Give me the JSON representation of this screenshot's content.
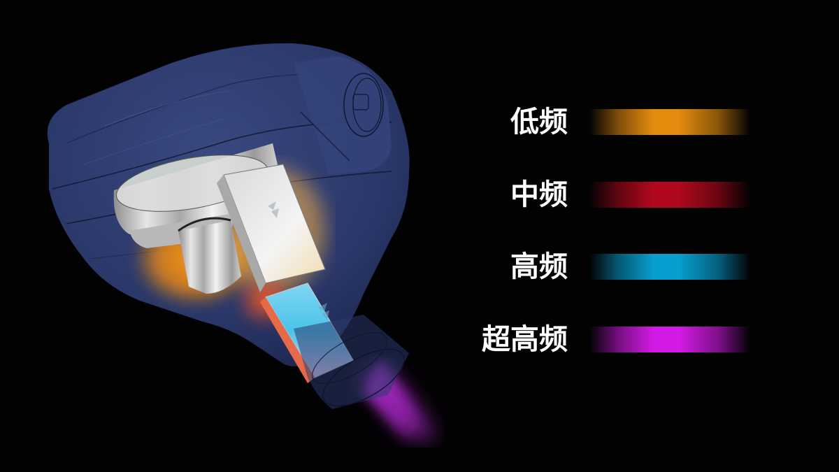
{
  "diagram": {
    "subject": "In-ear earphone cutaway showing hybrid driver configuration",
    "shell_color": "#2c3a6e",
    "components": [
      {
        "name": "dynamic-driver",
        "glow": "low-frequency",
        "color": "#f0900e"
      },
      {
        "name": "balanced-armature-driver-1",
        "glow": "mid-frequency",
        "color": "#e8431c"
      },
      {
        "name": "balanced-armature-driver-2",
        "glow": "high-frequency",
        "color": "#41c3ea"
      },
      {
        "name": "nozzle-output",
        "glow": "ultra-high-frequency",
        "color": "#b82ad6"
      }
    ]
  },
  "legend": {
    "items": [
      {
        "label": "低频",
        "color": "#e58c0f",
        "meaning": "low frequency"
      },
      {
        "label": "中频",
        "color": "#b0091d",
        "meaning": "mid frequency"
      },
      {
        "label": "高频",
        "color": "#089fd0",
        "meaning": "high frequency"
      },
      {
        "label": "超高频",
        "color": "#d41ae6",
        "meaning": "ultra-high frequency"
      }
    ]
  }
}
